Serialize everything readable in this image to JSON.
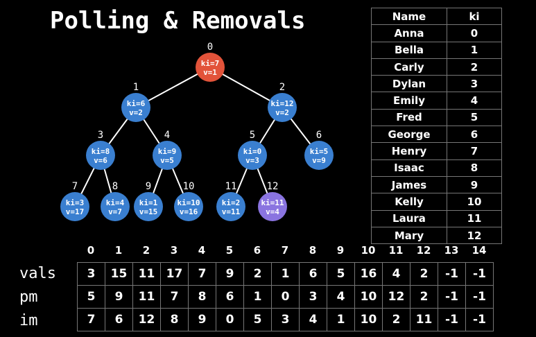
{
  "title": "Polling & Removals",
  "heap": {
    "nodes": [
      {
        "index": "0",
        "ki": "ki=7",
        "v": "v=1",
        "color": "#e2533a"
      },
      {
        "index": "1",
        "ki": "ki=6",
        "v": "v=2",
        "color": "#3a7fd0"
      },
      {
        "index": "2",
        "ki": "ki=12",
        "v": "v=2",
        "color": "#3a7fd0"
      },
      {
        "index": "3",
        "ki": "ki=8",
        "v": "v=6",
        "color": "#3a7fd0"
      },
      {
        "index": "4",
        "ki": "ki=9",
        "v": "v=5",
        "color": "#3a7fd0"
      },
      {
        "index": "5",
        "ki": "ki=0",
        "v": "v=3",
        "color": "#3a7fd0"
      },
      {
        "index": "6",
        "ki": "ki=5",
        "v": "v=9",
        "color": "#3a7fd0"
      },
      {
        "index": "7",
        "ki": "ki=3",
        "v": "v=17",
        "color": "#3a7fd0"
      },
      {
        "index": "8",
        "ki": "ki=4",
        "v": "v=7",
        "color": "#3a7fd0"
      },
      {
        "index": "9",
        "ki": "ki=1",
        "v": "v=15",
        "color": "#3a7fd0"
      },
      {
        "index": "10",
        "ki": "ki=10",
        "v": "v=16",
        "color": "#3a7fd0"
      },
      {
        "index": "11",
        "ki": "ki=2",
        "v": "v=11",
        "color": "#3a7fd0"
      },
      {
        "index": "12",
        "ki": "ki=11",
        "v": "v=4",
        "color": "#8a74e0"
      }
    ]
  },
  "names_table": {
    "headers": [
      "Name",
      "ki"
    ],
    "rows": [
      [
        "Anna",
        "0"
      ],
      [
        "Bella",
        "1"
      ],
      [
        "Carly",
        "2"
      ],
      [
        "Dylan",
        "3"
      ],
      [
        "Emily",
        "4"
      ],
      [
        "Fred",
        "5"
      ],
      [
        "George",
        "6"
      ],
      [
        "Henry",
        "7"
      ],
      [
        "Isaac",
        "8"
      ],
      [
        "James",
        "9"
      ],
      [
        "Kelly",
        "10"
      ],
      [
        "Laura",
        "11"
      ],
      [
        "Mary",
        "12"
      ]
    ]
  },
  "arrays": {
    "indices": [
      "0",
      "1",
      "2",
      "3",
      "4",
      "5",
      "6",
      "7",
      "8",
      "9",
      "10",
      "11",
      "12",
      "13",
      "14"
    ],
    "rows": [
      {
        "label": "vals",
        "values": [
          "3",
          "15",
          "11",
          "17",
          "7",
          "9",
          "2",
          "1",
          "6",
          "5",
          "16",
          "4",
          "2",
          "-1",
          "-1"
        ]
      },
      {
        "label": "pm",
        "values": [
          "5",
          "9",
          "11",
          "7",
          "8",
          "6",
          "1",
          "0",
          "3",
          "4",
          "10",
          "12",
          "2",
          "-1",
          "-1"
        ]
      },
      {
        "label": "im",
        "values": [
          "7",
          "6",
          "12",
          "8",
          "9",
          "0",
          "5",
          "3",
          "4",
          "1",
          "10",
          "2",
          "11",
          "-1",
          "-1"
        ]
      }
    ]
  }
}
